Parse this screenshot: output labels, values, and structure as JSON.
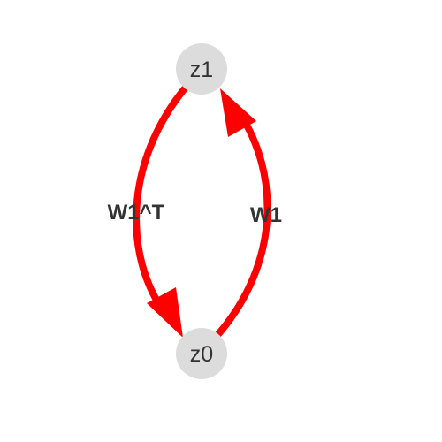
{
  "nodes": {
    "z1": {
      "label": "z1"
    },
    "z0": {
      "label": "z0"
    }
  },
  "edges": {
    "forward": {
      "from": "z0",
      "to": "z1",
      "label": "W1"
    },
    "backward": {
      "from": "z1",
      "to": "z0",
      "label": "W1^T"
    }
  },
  "colors": {
    "edge": "#ff0000",
    "node_fill": "#dcdcdc",
    "text": "#333333",
    "background": "#ffffff"
  }
}
